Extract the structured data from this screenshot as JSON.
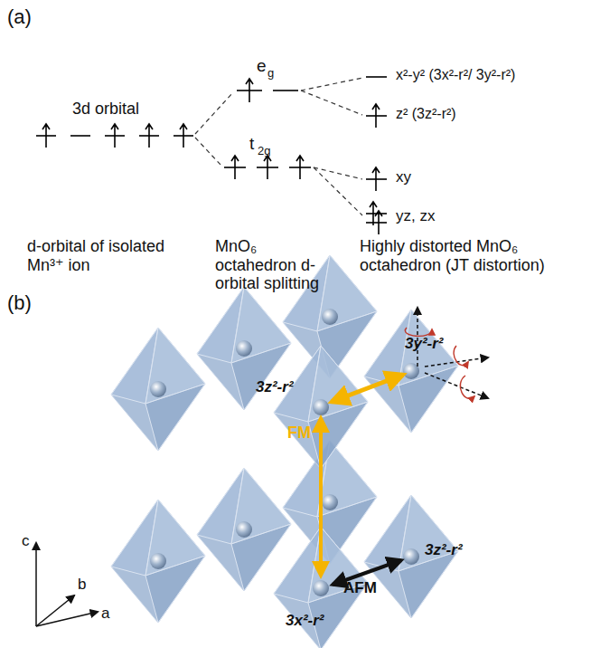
{
  "diagram": {
    "labels": [
      "(a)",
      "3d orbital",
      "e",
      "g",
      "t",
      "2g",
      "x²-y² (3x²-r²/ 3y²-r²)",
      "z² (3z²-r²)",
      "xy",
      "yz, zx",
      "d-orbital of isolated Mn³⁺ ion",
      "MnO₆ octahedron d-orbital splitting",
      "Highly distorted MnO₆ octahedron (JT distortion)",
      "(b)",
      "3z²-r²",
      "3y²-r²",
      "FM",
      "AFM",
      "3x²-r²",
      "3z²-r²",
      "c",
      "b",
      "a"
    ]
  }
}
